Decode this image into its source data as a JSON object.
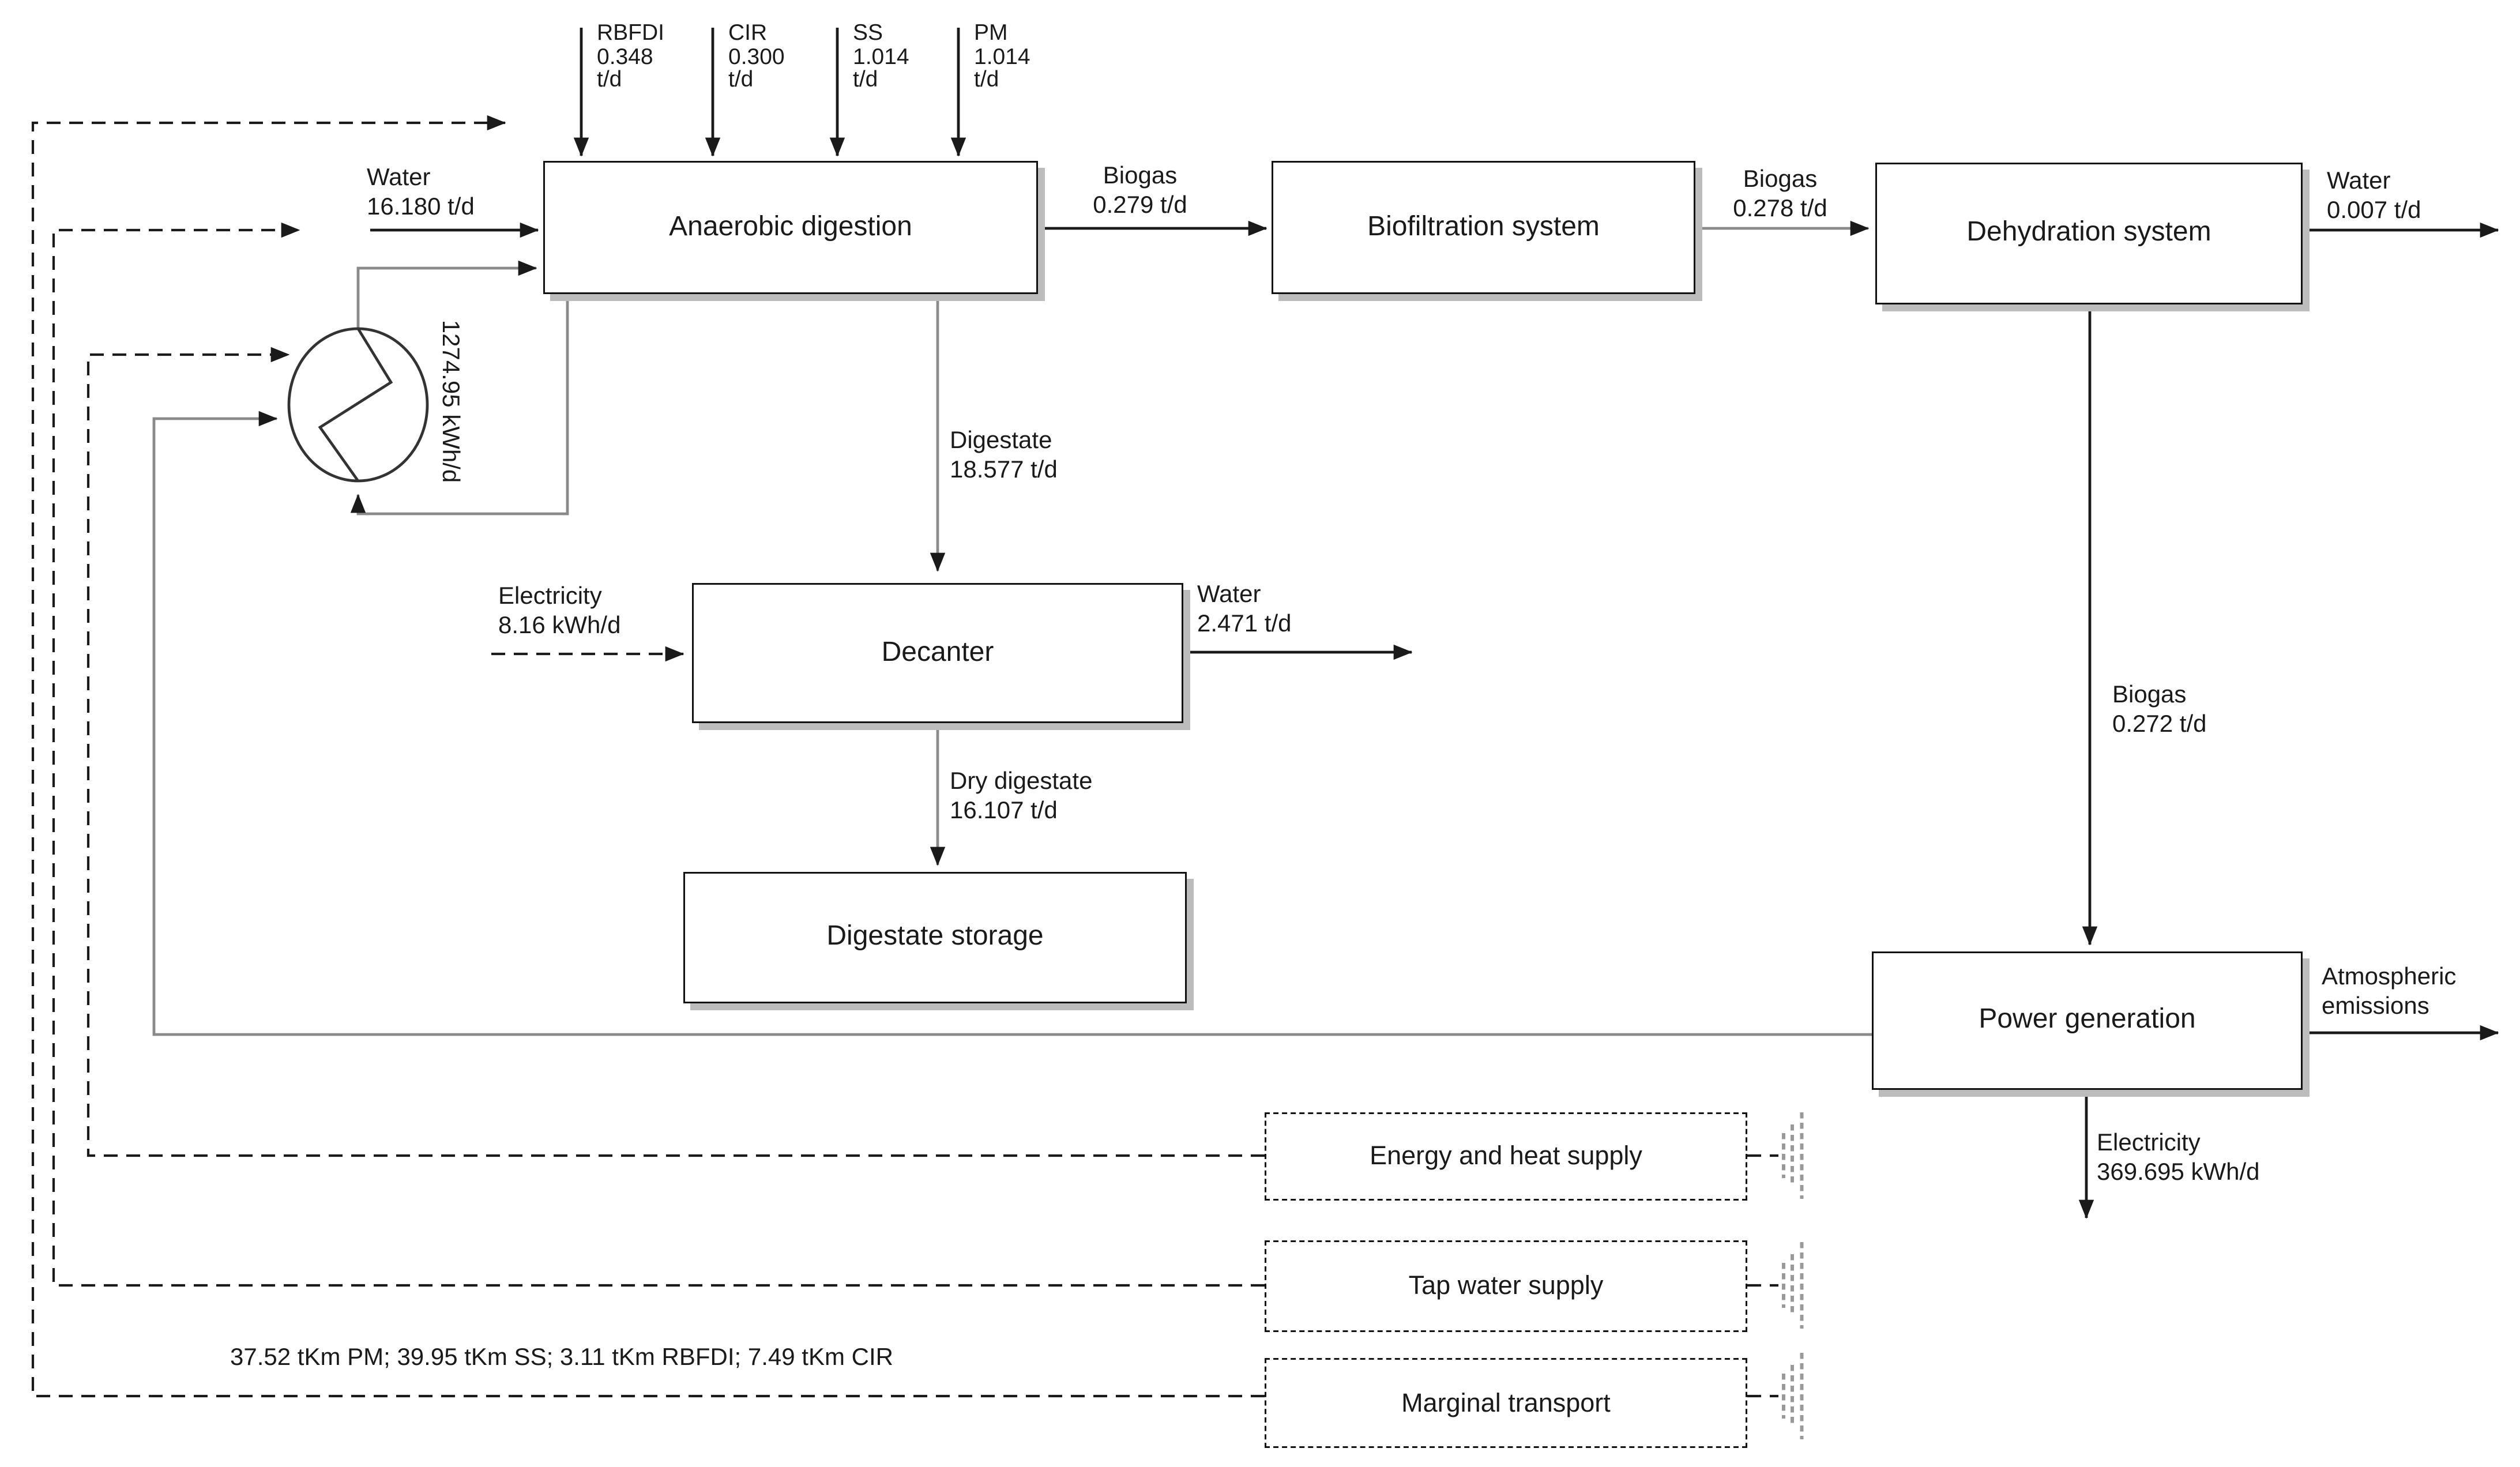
{
  "boxes": {
    "anaerobic_digestion": {
      "label": "Anaerobic digestion"
    },
    "biofiltration": {
      "label": "Biofiltration system"
    },
    "dehydration": {
      "label": "Dehydration system"
    },
    "decanter": {
      "label": "Decanter"
    },
    "digestate_storage": {
      "label": "Digestate storage"
    },
    "power_generation": {
      "label": "Power generation"
    },
    "energy_supply": {
      "label": "Energy and heat supply"
    },
    "tap_water_supply": {
      "label": "Tap water supply"
    },
    "marginal_transport": {
      "label": "Marginal transport"
    }
  },
  "feed_inputs": [
    {
      "lines": [
        "RBFDI",
        "0.348",
        "t/d"
      ]
    },
    {
      "lines": [
        "CIR",
        "0.300",
        "t/d"
      ]
    },
    {
      "lines": [
        "SS",
        "1.014",
        "t/d"
      ]
    },
    {
      "lines": [
        "PM",
        "1.014",
        "t/d"
      ]
    }
  ],
  "streams": {
    "water_in": {
      "lines": [
        "Water",
        "16.180 t/d"
      ]
    },
    "biogas_to_biofiltration": {
      "lines": [
        "Biogas",
        "0.279 t/d"
      ]
    },
    "biogas_to_dehydration": {
      "lines": [
        "Biogas",
        "0.278 t/d"
      ]
    },
    "water_from_dehydration": {
      "lines": [
        "Water",
        "0.007 t/d"
      ]
    },
    "digestate": {
      "lines": [
        "Digestate",
        "18.577 t/d"
      ]
    },
    "electricity_to_decanter": {
      "lines": [
        "Electricity",
        "8.16 kWh/d"
      ]
    },
    "water_from_decanter": {
      "lines": [
        "Water",
        "2.471 t/d"
      ]
    },
    "dry_digestate": {
      "lines": [
        "Dry digestate",
        "16.107 t/d"
      ]
    },
    "biogas_to_power": {
      "lines": [
        "Biogas",
        "0.272 t/d"
      ]
    },
    "atmospheric_emissions": {
      "lines": [
        "Atmospheric",
        "emissions"
      ]
    },
    "electricity_output": {
      "lines": [
        "Electricity",
        "369.695 kWh/d"
      ]
    },
    "heat_exchanger_duty": {
      "lines": [
        "1274.95 kWh/d"
      ]
    }
  },
  "transport_note": "37.52 tKm PM; 39.95 tKm SS; 3.11 tKm RBFDI; 7.49 tKm CIR",
  "colors": {
    "line": "#1a1a1a",
    "gray_line": "#8a8a8a",
    "fray_mark": "#999999",
    "shadow": "#bcbcbc"
  }
}
